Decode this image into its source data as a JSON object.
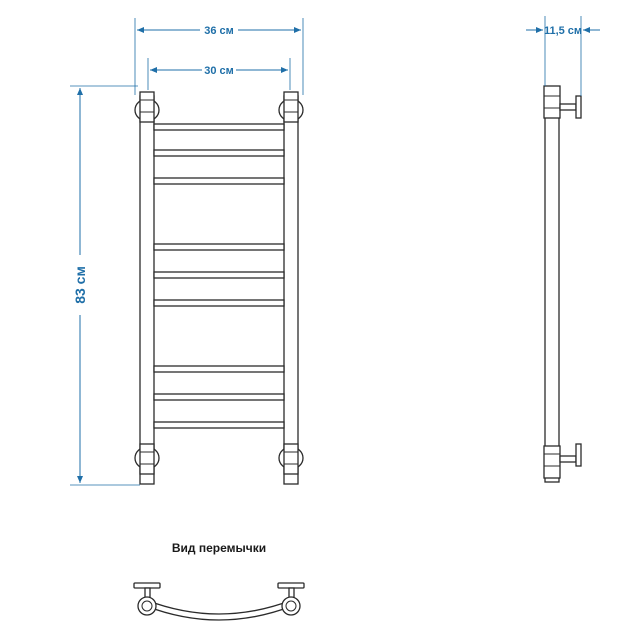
{
  "colors": {
    "dimension": "#1f6fa8",
    "outline": "#2b2b2b",
    "background": "#ffffff"
  },
  "dimensions": {
    "overall_width": "36 см",
    "inner_width": "30 см",
    "height": "83 см",
    "depth": "11,5 см"
  },
  "views": {
    "jumper_view_caption": "Вид перемычки"
  }
}
